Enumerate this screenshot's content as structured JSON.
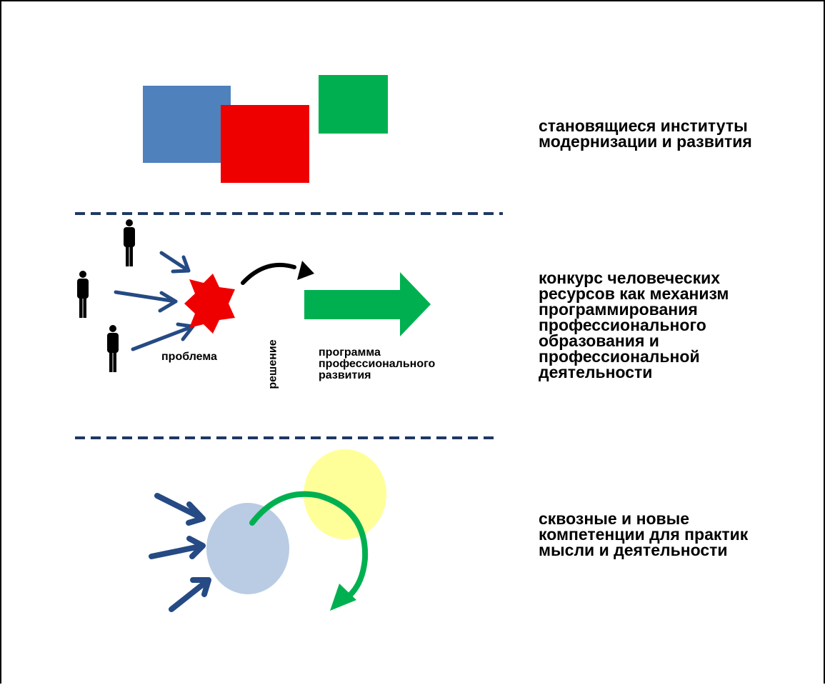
{
  "labels": {
    "institutes": "становящиеся институты\nмодернизации и развития",
    "contest": "конкурс человеческих\nресурсов как механизм\nпрограммирования\nпрофессионального\nобразования и\nпрофессиональной\nдеятельности",
    "competences": "сквозные и новые\nкомпетенции для практик\nмысли и деятельности",
    "problem": "проблема",
    "solution": "решение",
    "program": "программа\nпрофессионального\nразвития"
  },
  "colors": {
    "blue_square": "#4f81bd",
    "red_square": "#ee0000",
    "green_square": "#00b050",
    "divider": "#1f3864",
    "arrow_blue": "#254a84",
    "star": "#ee0000",
    "green_arrow": "#00b050",
    "light_blue_circle": "#b9cce4",
    "yellow_circle": "#ffff99",
    "person": "#000000"
  },
  "icons": [
    "person-icon",
    "star-icon",
    "curved-arrow-icon",
    "block-arrow-icon"
  ]
}
